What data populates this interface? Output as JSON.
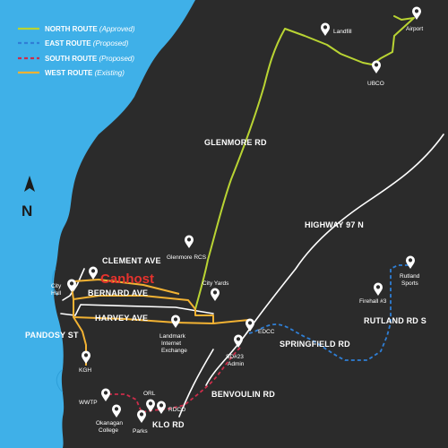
{
  "colors": {
    "land": "#2b2b2b",
    "lake": "#3fb0e8",
    "lake_edge": "#2d9fd9",
    "road": "#ffffff",
    "north_route": "#b9d433",
    "east_route": "#2f7fd6",
    "south_route": "#cc2d4a",
    "west_route": "#f2b233",
    "pin": "#ffffff",
    "brand": "#e5322d"
  },
  "legend": [
    {
      "route": "NORTH ROUTE",
      "status": "(Approved)",
      "color_key": "north_route",
      "style": "solid"
    },
    {
      "route": "EAST ROUTE",
      "status": "(Proposed)",
      "color_key": "east_route",
      "style": "dashed"
    },
    {
      "route": "SOUTH ROUTE",
      "status": "(Proposed)",
      "color_key": "south_route",
      "style": "dashed"
    },
    {
      "route": "WEST ROUTE",
      "status": "(Existing)",
      "color_key": "west_route",
      "style": "solid"
    }
  ],
  "roads": {
    "glenmore": "GLENMORE RD",
    "highway97": "HIGHWAY 97 N",
    "clement": "CLEMENT AVE",
    "bernard": "BERNARD AVE",
    "harvey": "HARVEY AVE",
    "pandosy": "PANDOSY ST",
    "springfield": "SPRINGFIELD RD",
    "rutland": "RUTLAND RD S",
    "benvoulin": "BENVOULIN RD",
    "klo": "KLO RD"
  },
  "places": {
    "landfill": "Landfill",
    "airport": "Airport",
    "ubco": "UBCO",
    "glenmore_rcs": "Glenmore RCS",
    "city_hall": [
      "City",
      "Hall"
    ],
    "city_yards": "City Yards",
    "edcc": "EDCC",
    "landmark": [
      "Landmark",
      "Internet",
      "Exchange"
    ],
    "sd23": [
      "SD#23",
      "Admin"
    ],
    "firehall": "Firehall #3",
    "rutland_sports": [
      "Rutland",
      "Sports"
    ],
    "kgh": "KGH",
    "wwtp": "WWTP",
    "okanagan_college": [
      "Okanagan",
      "College"
    ],
    "orl": "ORL",
    "rdco": "RDCO",
    "parks": "Parks"
  },
  "brand_label": "Canhost",
  "compass": {
    "letter": "N",
    "icon": "north-arrow-icon"
  }
}
